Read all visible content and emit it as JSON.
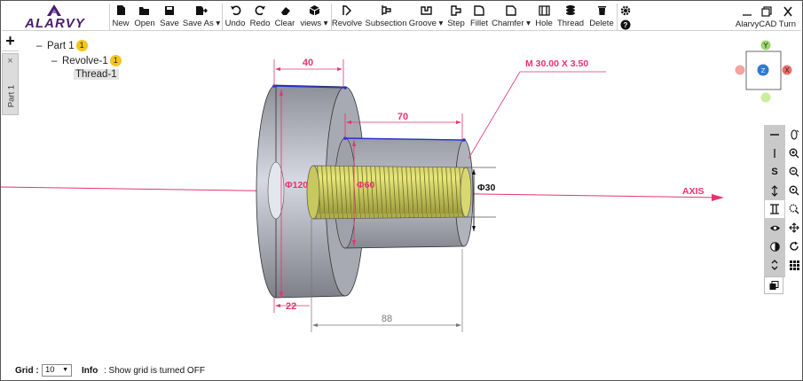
{
  "app": {
    "logo_text": "ALARVY",
    "title": "AlarvyCAD Turn"
  },
  "toolbar": {
    "file": [
      {
        "label": "New",
        "icon": "new-file-icon"
      },
      {
        "label": "Open",
        "icon": "open-folder-icon"
      },
      {
        "label": "Save",
        "icon": "save-icon"
      },
      {
        "label": "Save As",
        "icon": "save-as-icon"
      }
    ],
    "edit": [
      {
        "label": "Undo",
        "icon": "undo-icon"
      },
      {
        "label": "Redo",
        "icon": "redo-icon"
      },
      {
        "label": "Clear",
        "icon": "eraser-icon"
      },
      {
        "label": "views",
        "icon": "cube-views-icon"
      }
    ],
    "features": [
      {
        "label": "Revolve",
        "icon": "revolve-icon"
      },
      {
        "label": "Subsection",
        "icon": "subsection-icon"
      },
      {
        "label": "Groove",
        "icon": "groove-icon"
      },
      {
        "label": "Step",
        "icon": "step-icon"
      },
      {
        "label": "Fillet",
        "icon": "fillet-icon"
      },
      {
        "label": "Chamfer",
        "icon": "chamfer-icon"
      },
      {
        "label": "Hole",
        "icon": "hole-icon"
      },
      {
        "label": "Thread",
        "icon": "thread-icon"
      },
      {
        "label": "Delete",
        "icon": "trash-icon"
      }
    ]
  },
  "tree": {
    "part": {
      "label": "Part 1",
      "count": "1"
    },
    "revolve": {
      "label": "Revolve-1",
      "count": "1"
    },
    "thread": {
      "label": "Thread-1"
    }
  },
  "left_panel": {
    "add_label": "+",
    "close_label": "×",
    "tab_label": "Part 1"
  },
  "viewcube": {
    "top_label": "Y",
    "right_label": "X",
    "face_label": "Z"
  },
  "dimensions": {
    "d40": "40",
    "d70": "70",
    "thread_spec": "M 30.00 X 3.50",
    "phi120": "Φ120",
    "phi60": "Φ60",
    "phi30": "Φ30",
    "d22": "22",
    "d88": "88",
    "axis": "AXIS"
  },
  "right_tools": {
    "col1": [
      "—",
      "|",
      "S",
      "↕",
      "工",
      "eye",
      "contrast",
      "updown"
    ],
    "col2": [
      "orbit",
      "zoom-in",
      "zoom-out",
      "zoom-fit",
      "zoom-window",
      "pan",
      "rotate",
      "grid"
    ]
  },
  "status": {
    "grid_label": "Grid :",
    "grid_value": "10",
    "info_label": "Info",
    "info_text": ": Show grid is turned OFF"
  },
  "colors": {
    "accent": "#e8336d",
    "logo": "#4b1c6e",
    "thread": "#d8d86a",
    "body": "#a8aab4"
  }
}
